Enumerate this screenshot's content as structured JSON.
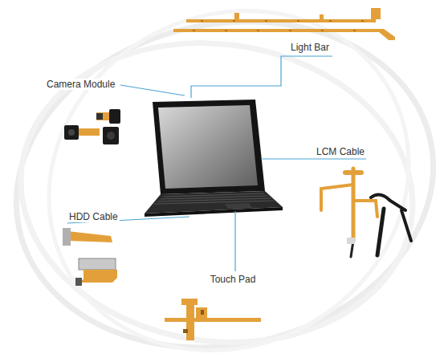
{
  "diagram": {
    "labels": [
      "Light Bar",
      "Camera Module",
      "LCM Cable",
      "HDD Cable",
      "Touch Pad"
    ]
  }
}
